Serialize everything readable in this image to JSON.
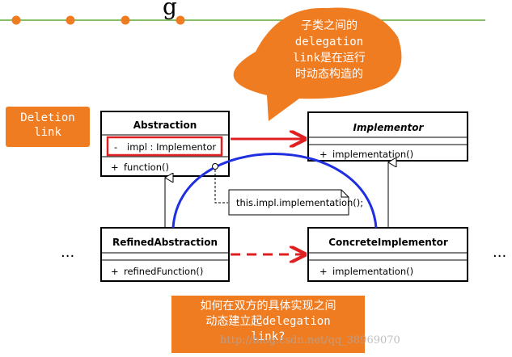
{
  "colors": {
    "accent_orange": "#F07C22",
    "header_green": "#5DA832",
    "highlight_red": "#E02020",
    "arc_blue": "#1F2FE0",
    "box_border": "#000000"
  },
  "header": {
    "title_fragment": "g",
    "bullets": 4
  },
  "callout": {
    "line1": "子类之间的",
    "line2": "delegation",
    "line3": "link是在运行",
    "line4": "时动态构造的"
  },
  "deletion_label": {
    "line1": "Deletion",
    "line2": "link"
  },
  "classes": {
    "abstraction": {
      "name": "Abstraction",
      "attribute_visibility": "-",
      "attribute": "impl : Implementor",
      "method_visibility": "+",
      "method": "function()"
    },
    "implementor": {
      "name": "Implementor",
      "method_visibility": "+",
      "method": "implementation()"
    },
    "refined_abstraction": {
      "name": "RefinedAbstraction",
      "method_visibility": "+",
      "method": "refinedFunction()"
    },
    "concrete_implementor": {
      "name": "ConcreteImplementor",
      "method_visibility": "+",
      "method": "implementation()"
    }
  },
  "note": {
    "text": "this.impl.implementation();"
  },
  "ellipsis": {
    "left": "...",
    "right": "..."
  },
  "question": {
    "line1": "如何在双方的具体实现之间",
    "line2": "动态建立起delegation",
    "line3": "link?"
  },
  "watermark": "http://blog.csdn.net/qq_38969070"
}
